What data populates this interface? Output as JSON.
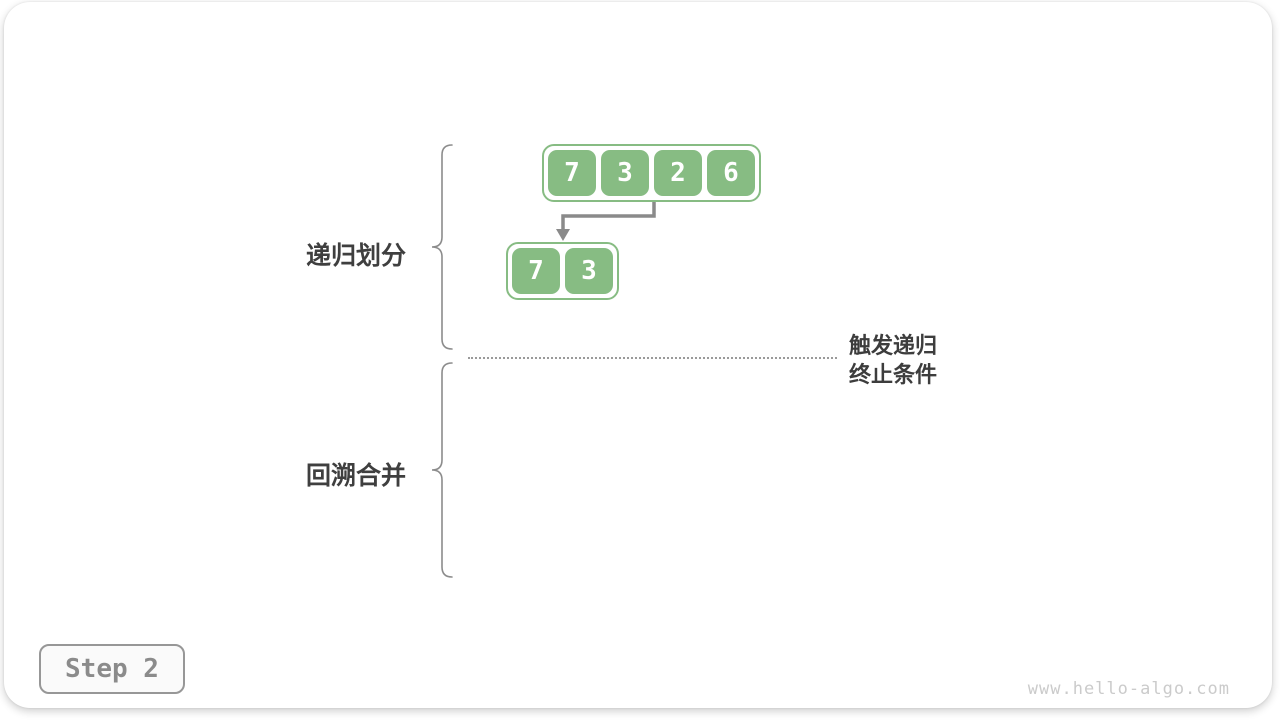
{
  "labels": {
    "divide": "递归划分",
    "merge": "回溯合并",
    "terminate_line1": "触发递归",
    "terminate_line2": "终止条件"
  },
  "arrays": {
    "level1": {
      "values": [
        "7",
        "3",
        "2",
        "6"
      ]
    },
    "level2": {
      "values": [
        "7",
        "3"
      ]
    }
  },
  "step_badge": {
    "label": "Step 2"
  },
  "watermark": {
    "text": "www.hello-algo.com"
  },
  "colors": {
    "cell_green": "#87BC83",
    "arrow_gray": "#8A8A8A",
    "brace_gray": "#8C8C8C",
    "label_dark": "#3F3F3F",
    "step_text_gray": "#8B8B8B",
    "watermark_gray": "#CBCBCB"
  }
}
